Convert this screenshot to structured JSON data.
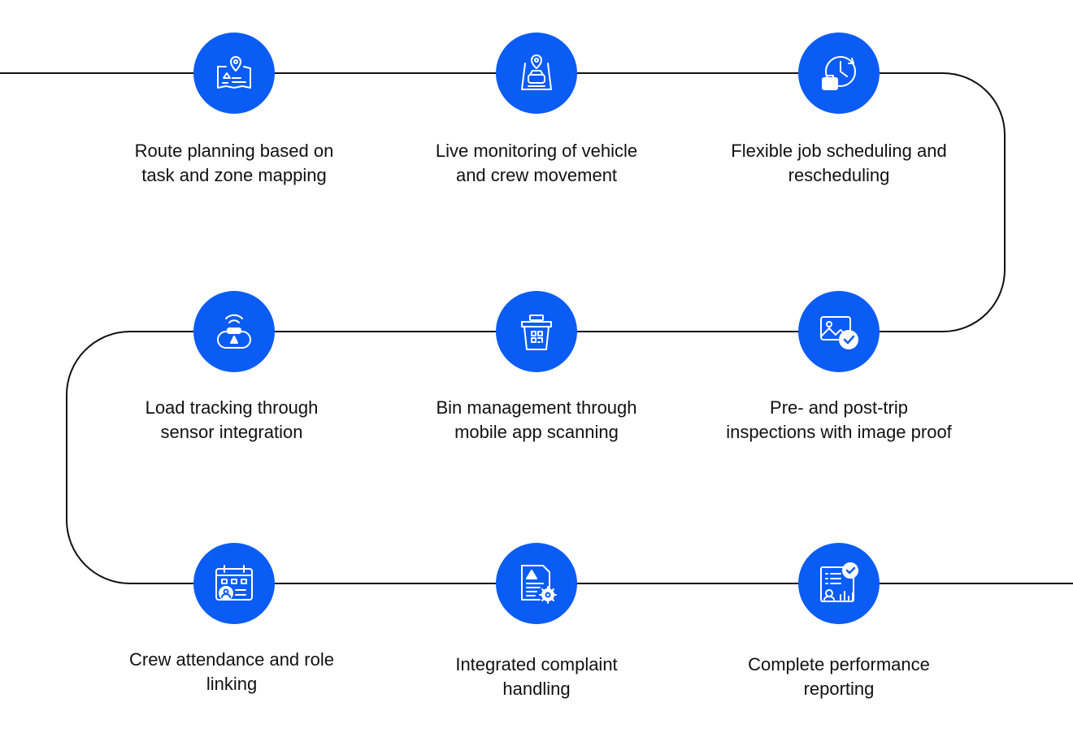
{
  "colors": {
    "accent": "#0a5cf5",
    "line": "#111111",
    "text": "#111111",
    "background": "#ffffff"
  },
  "steps": [
    {
      "label": "Route planning based on task and zone mapping",
      "icon": "route-map-icon"
    },
    {
      "label": "Live monitoring of vehicle and crew movement",
      "icon": "vehicle-location-icon"
    },
    {
      "label": "Flexible job scheduling and rescheduling",
      "icon": "clock-briefcase-icon"
    },
    {
      "label": "Pre- and post-trip inspections with image proof",
      "icon": "image-check-icon"
    },
    {
      "label": "Bin management through mobile app scanning",
      "icon": "qr-bin-icon"
    },
    {
      "label": "Load tracking through sensor integration",
      "icon": "sensor-load-icon"
    },
    {
      "label": "Crew attendance and role linking",
      "icon": "calendar-user-icon"
    },
    {
      "label": "Integrated complaint handling",
      "icon": "document-warning-gear-icon"
    },
    {
      "label": "Complete performance reporting",
      "icon": "report-check-icon"
    }
  ]
}
